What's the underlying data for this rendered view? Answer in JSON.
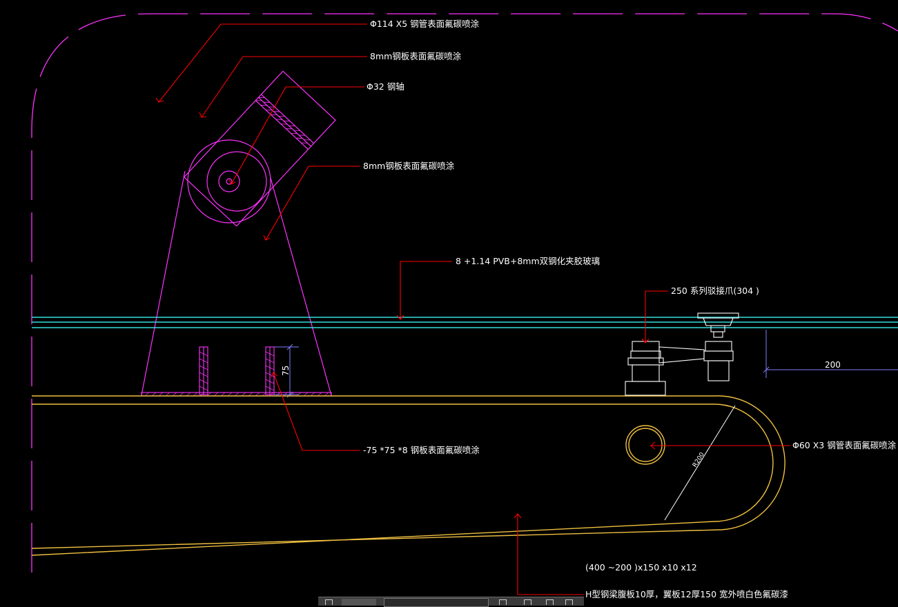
{
  "drawing": {
    "callouts": {
      "steel_tube_114": "Φ114 X5 钢管表面氟碳喷涂",
      "steel_plate_8mm_upper": "8mm钢板表面氟碳喷涂",
      "steel_shaft_32": "Φ32 钢轴",
      "steel_plate_8mm_lower": "8mm钢板表面氟碳喷涂",
      "laminated_glass": "8 +1.14 PVB+8mm双钢化夹胶玻璃",
      "spider_fitting": "250 系列驳接爪(304 )",
      "steel_plate_75": "-75 *75 *8 钢板表面氟碳喷涂",
      "steel_tube_60": "Φ60 X3 钢管表面氟碳喷涂",
      "h_beam_size": "(400 ~200 )x150 x10 x12",
      "h_beam_desc": "H型钢梁腹板10厚，翼板12厚150 宽外喷白色氟碳漆"
    },
    "dimensions": {
      "anchor_height": "75",
      "spider_offset": "200",
      "beam_radius": "R200"
    },
    "colors": {
      "background": "#000000",
      "steel_bracket": "#ff33ff",
      "glass": "#33dddd",
      "beam": "#f0c040",
      "leader": "#ff0000",
      "fitting": "#ffffff",
      "dimension": "#8080ff",
      "text": "#ffffff"
    }
  },
  "command_bar": {
    "icons": [
      "layers-icon",
      "command-input",
      "pen-icon",
      "flag-icon",
      "window-icon",
      "print-icon"
    ]
  }
}
